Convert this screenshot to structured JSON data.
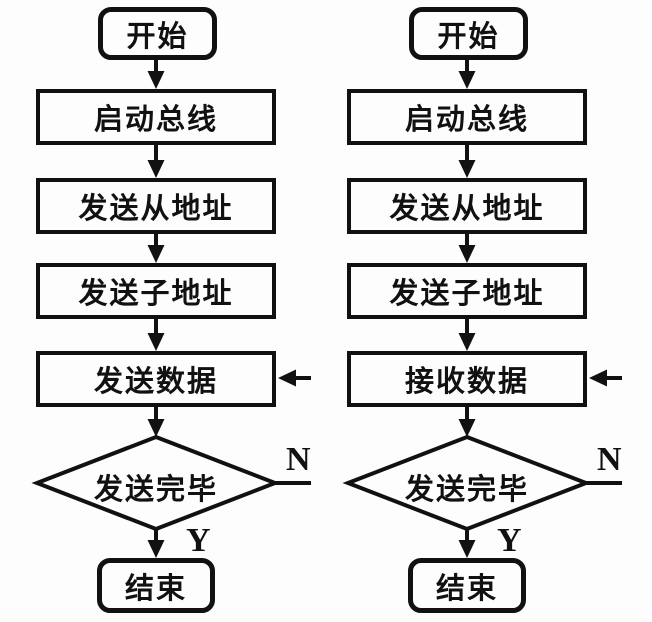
{
  "diagram": {
    "colors": {
      "ink": "#111111",
      "background": "#fdfdfd"
    },
    "charts": [
      {
        "start_label": "开始",
        "steps": [
          "启动总线",
          "发送从地址",
          "发送子地址",
          "发送数据"
        ],
        "decision_label": "发送完毕",
        "no_label": "N",
        "yes_label": "Y",
        "end_label": "结束"
      },
      {
        "start_label": "开始",
        "steps": [
          "启动总线",
          "发送从地址",
          "发送子地址",
          "接收数据"
        ],
        "decision_label": "发送完毕",
        "no_label": "N",
        "yes_label": "Y",
        "end_label": "结束"
      }
    ]
  }
}
